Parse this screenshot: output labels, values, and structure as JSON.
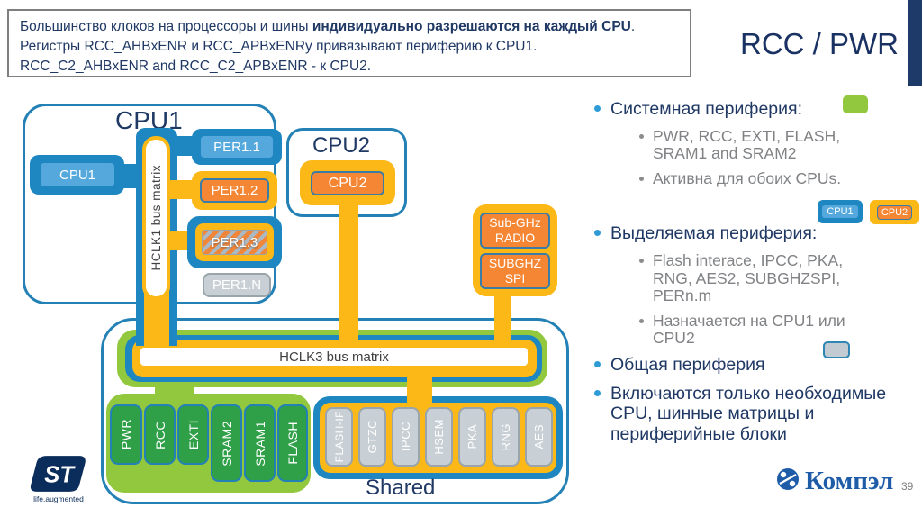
{
  "header": {
    "title": "RCC / PWR"
  },
  "info_box": {
    "line1_normal": "Большинство клоков на процессоры и шины ",
    "line1_bold": "индивидуально разрешаются на каждый",
    "line2_bold": "CPU",
    "line2_normal": ". Регистры RCC_AHBxENR и RCC_APBxENRy привязывают периферию к CPU1.",
    "line3": "RCC_C2_AHBxENR and RCC_C2_APBxENR  - к  CPU2."
  },
  "diagram": {
    "cpu1": {
      "title": "CPU1",
      "chip": "CPU1",
      "bus": "HCLK1 bus matrix",
      "per": [
        "PER1.1",
        "PER1.2",
        "PER1.3",
        "PER1.N"
      ]
    },
    "cpu2": {
      "title": "CPU2",
      "chip": "CPU2"
    },
    "subghz": {
      "radio_l1": "Sub-GHz",
      "radio_l2": "RADIO",
      "spi_l1": "SUBGHZ",
      "spi_l2": "SPI"
    },
    "shared": {
      "bus": "HCLK3 bus matrix",
      "label": "Shared",
      "system_boxes": [
        "PWR",
        "RCC",
        "EXTI",
        "SRAM2",
        "SRAM1",
        "FLASH"
      ],
      "shared_boxes": [
        "FLASH-IF",
        "GTZC",
        "IPCC",
        "HSEM",
        "PKA",
        "RNG",
        "AES"
      ]
    }
  },
  "right_panel": {
    "items": [
      {
        "text": "Системная периферия:"
      },
      {
        "lines": [
          "PWR, RCC, EXTI, FLASH,",
          "SRAM1 and SRAM2"
        ]
      },
      {
        "lines": [
          "Активна для обоих CPUs."
        ]
      },
      {
        "text": "Выделяемая периферия:"
      },
      {
        "lines": [
          "Flash interace, IPCC, PKA,",
          "RNG, AES2, SUBGHZSPI,",
          "PERn.m"
        ]
      },
      {
        "lines": [
          "Назначается на CPU1 или",
          "CPU2"
        ]
      },
      {
        "text": "Общая периферия"
      },
      {
        "lines2": [
          "Включаются только необходимые",
          "CPU, шинные матрицы и",
          "периферийные блоки"
        ]
      }
    ],
    "badges": {
      "cpu1": "CPU1",
      "cpu2": "CPU2"
    }
  },
  "footer": {
    "st_tagline": "life.augmented",
    "kompel": "Компэл",
    "page": "39"
  },
  "colors": {
    "navy": "#1F3864",
    "blue": "#1E87C2",
    "light_blue": "#55A8DC",
    "yellow": "#FCB817",
    "orange": "#F58634",
    "green": "#92C83E",
    "dark_green": "#2FA048",
    "gray_box": "#C9D0D5",
    "teal_border": "#3A7CA5",
    "kompel_blue": "#1E5CA8",
    "title_navy": "#1A3263"
  }
}
